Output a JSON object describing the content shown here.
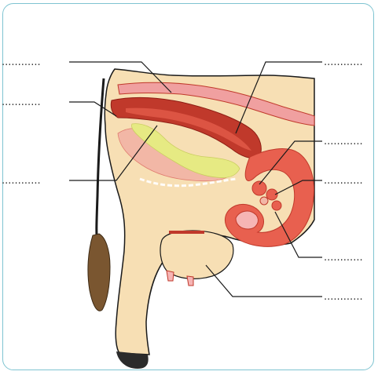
{
  "diagram": {
    "subject": "cow reproductive anatomy (side cutaway)",
    "label_placeholders": [
      {
        "id": "label-1",
        "text": "............"
      },
      {
        "id": "label-2",
        "text": "............"
      },
      {
        "id": "label-3",
        "text": "............"
      },
      {
        "id": "label-4",
        "text": "............"
      },
      {
        "id": "label-5",
        "text": "............"
      },
      {
        "id": "label-6",
        "text": "............"
      },
      {
        "id": "label-7",
        "text": "............"
      },
      {
        "id": "label-8",
        "text": "............"
      }
    ]
  },
  "colors": {
    "frame_border": "#7fc4d1",
    "body": "#f7dfb4",
    "outline": "#1a1a1a",
    "tract": "#e8604f",
    "rectum": "#c0392b",
    "bladder_yellow": "#e6ea83",
    "pale_pink": "#f2b7a6",
    "spine_band": "#f0a0a0",
    "udder_pink": "#f6b5b5",
    "tail": "#7a5630",
    "hoof": "#2b2b2b"
  }
}
